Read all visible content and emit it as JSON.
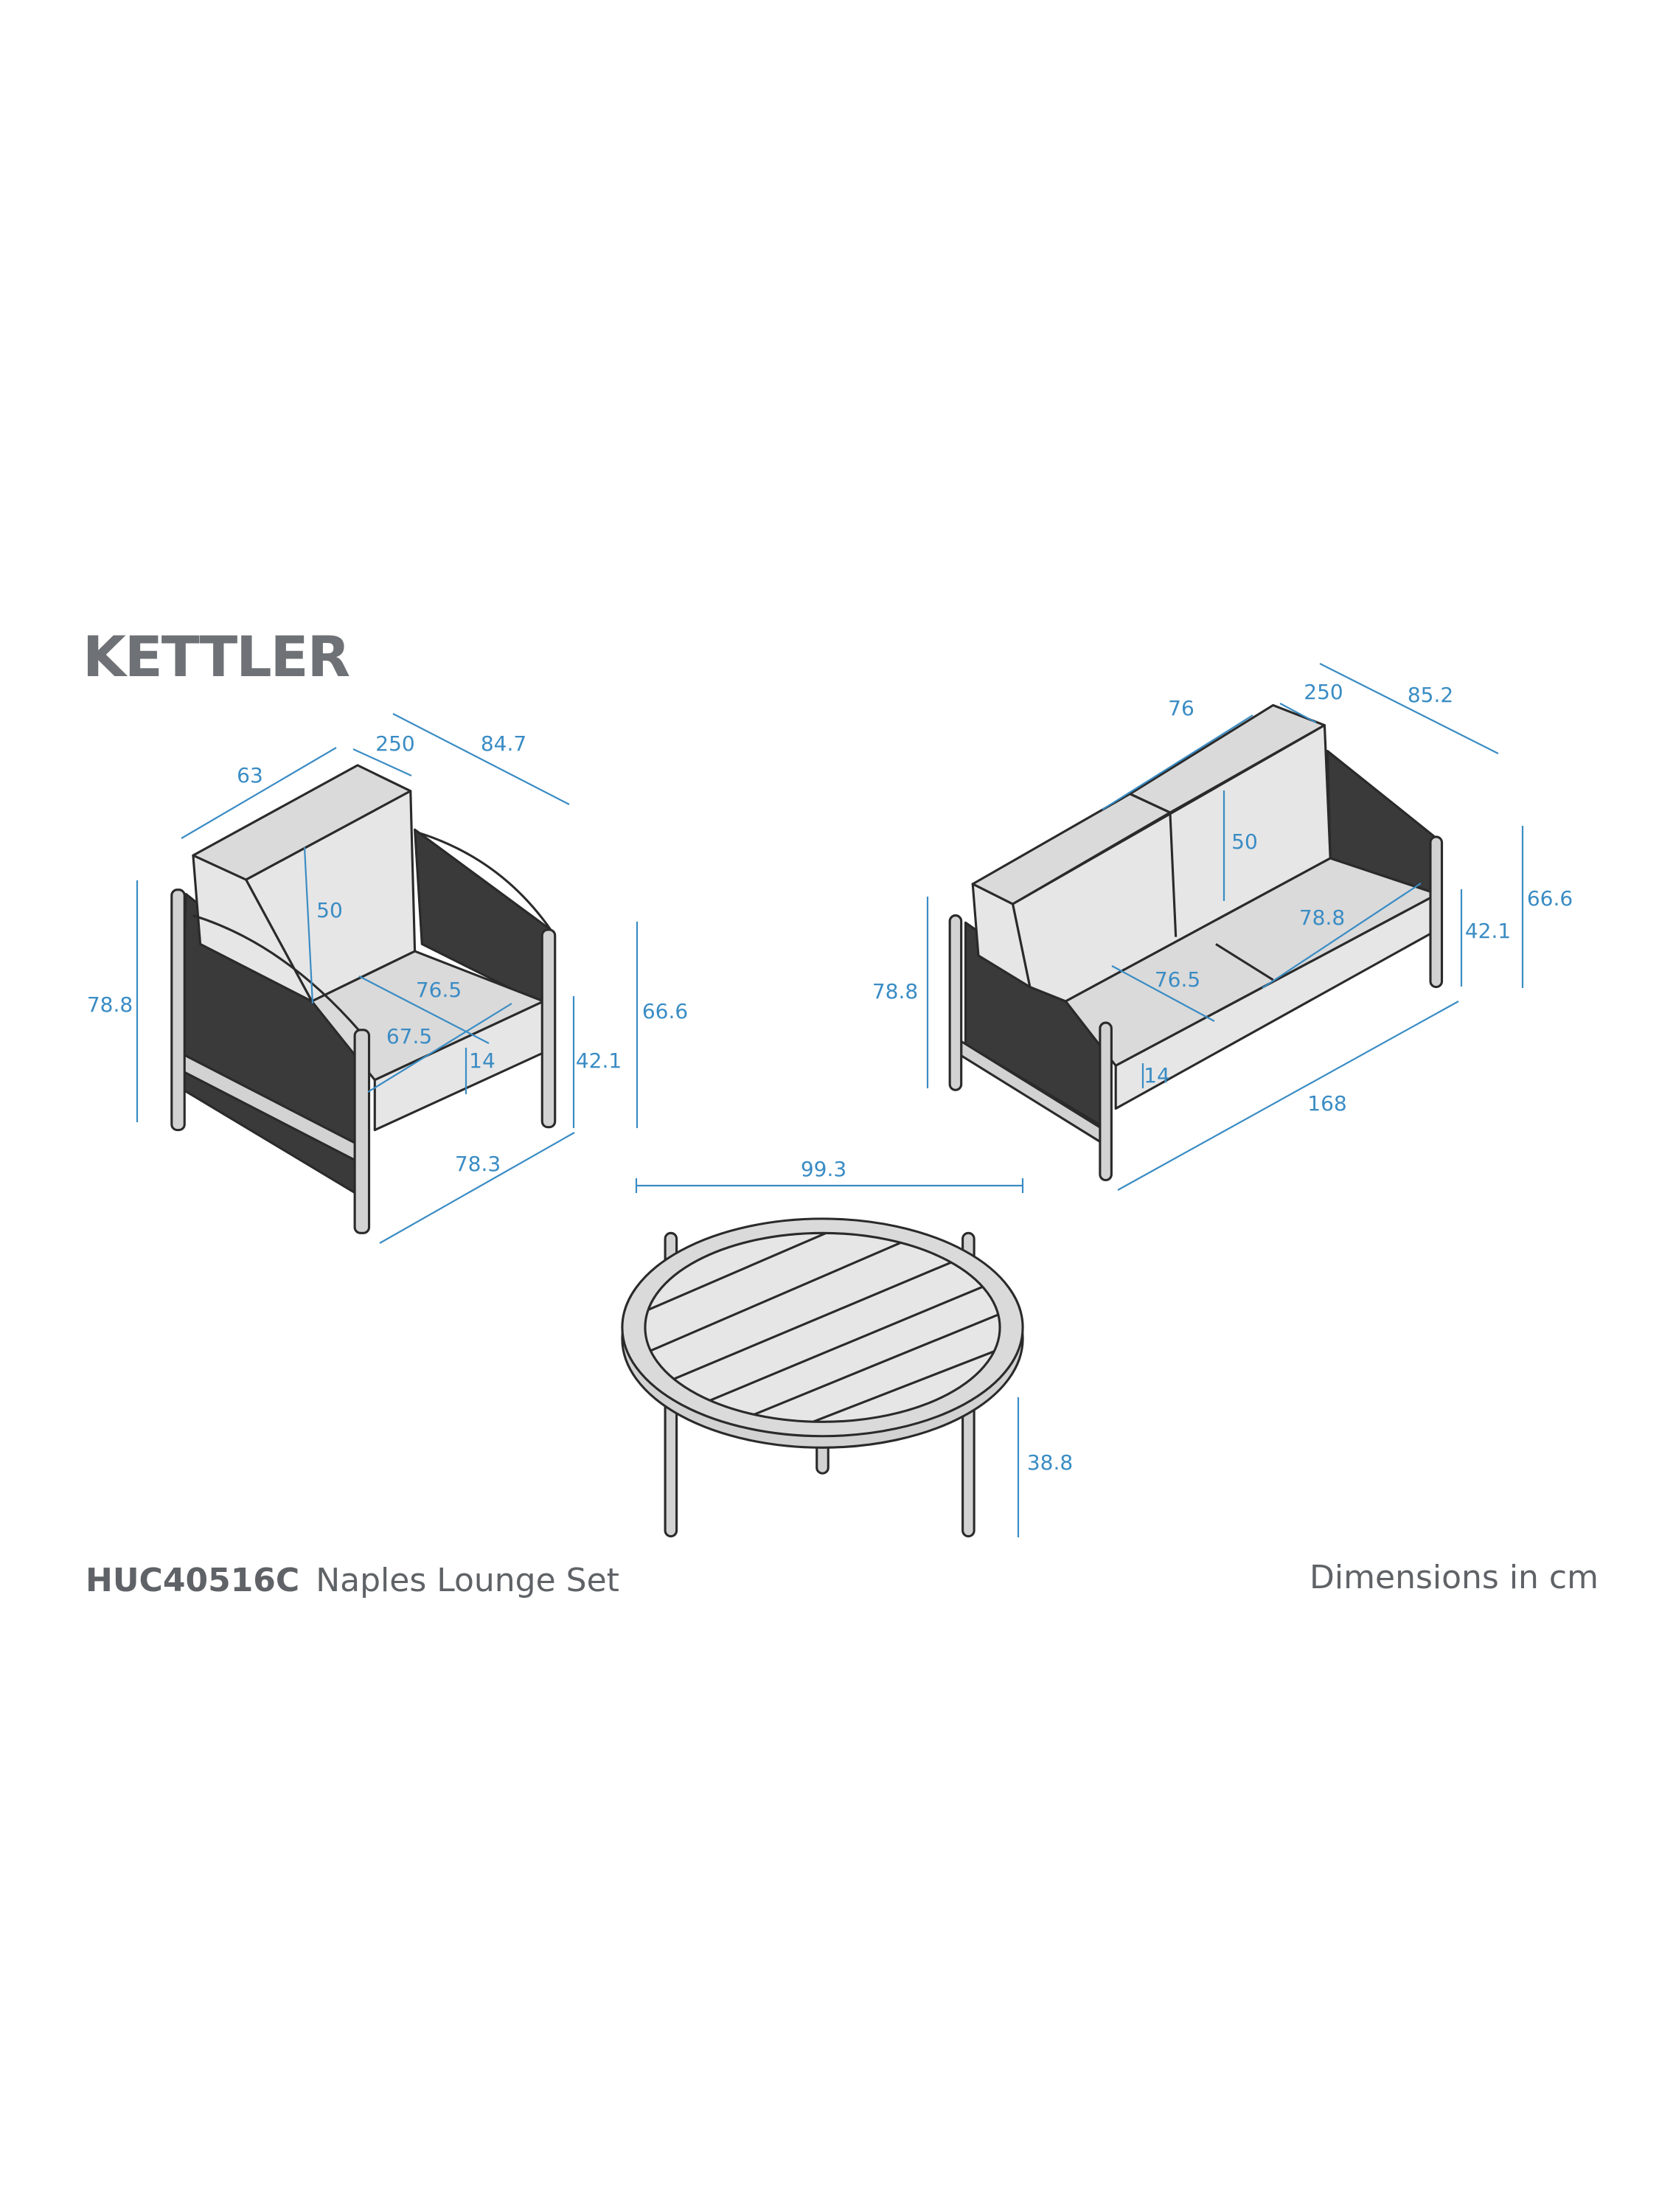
{
  "brand": "KETTLER",
  "product": {
    "code": "HUC40516C",
    "name": "Naples Lounge Set"
  },
  "units_note": "Dimensions in cm",
  "colors": {
    "dimension": "#3a8cc4",
    "text": "#5f6266",
    "logo": "#6e7175"
  },
  "armchair": {
    "width_back": "63",
    "cushion_thickness": "250",
    "depth": "84.7",
    "back_height": "50",
    "total_height": "78.8",
    "seat_depth": "76.5",
    "seat_width": "67.5",
    "seat_cushion": "14",
    "seat_height": "42.1",
    "arm_height": "66.6",
    "width": "78.3"
  },
  "sofa": {
    "back_width": "76",
    "cushion_thickness": "250",
    "depth": "85.2",
    "back_height": "50",
    "seat_width": "78.8",
    "seat_height": "42.1",
    "arm_height": "66.6",
    "total_height": "78.8",
    "seat_depth": "76.5",
    "seat_cushion": "14",
    "width": "168"
  },
  "table": {
    "diameter": "99.3",
    "height": "38.8"
  }
}
